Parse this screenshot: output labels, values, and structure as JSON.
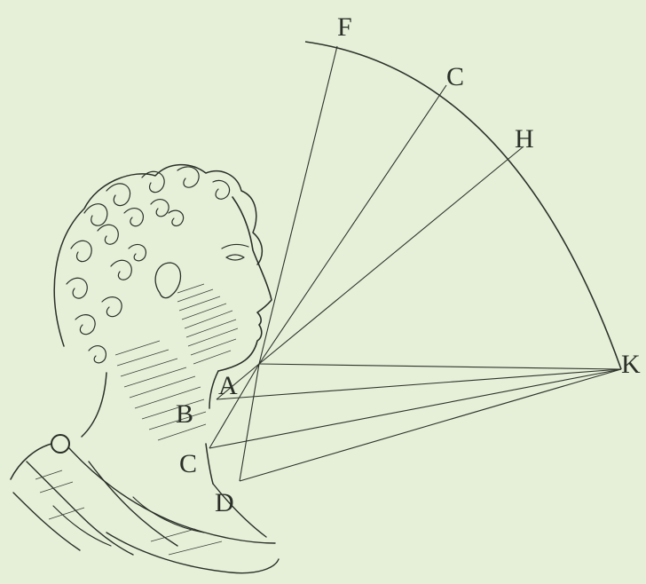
{
  "plate": {
    "background": "#e6f0d8",
    "ink": "#2a2f28",
    "illustration": "engraved-profile-head-icon",
    "labels": {
      "F": "F",
      "C_arc": "C",
      "H": "H",
      "K": "K",
      "A": "A",
      "B": "B",
      "C_neck": "C",
      "D": "D"
    }
  }
}
